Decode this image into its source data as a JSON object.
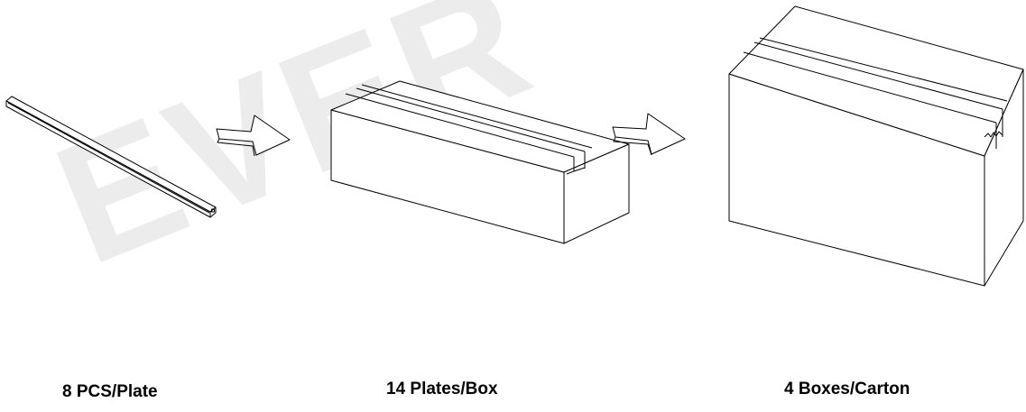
{
  "watermark": "EVER",
  "steps": [
    {
      "caption": "8 PCS/Plate"
    },
    {
      "caption": "14 Plates/Box"
    },
    {
      "caption": "4 Boxes/Carton"
    }
  ],
  "colors": {
    "line": "#000000",
    "watermark": "#ececec",
    "background": "#ffffff"
  },
  "icons": [
    "profile-bar-icon",
    "arrow-right-icon",
    "box-icon",
    "carton-icon"
  ]
}
